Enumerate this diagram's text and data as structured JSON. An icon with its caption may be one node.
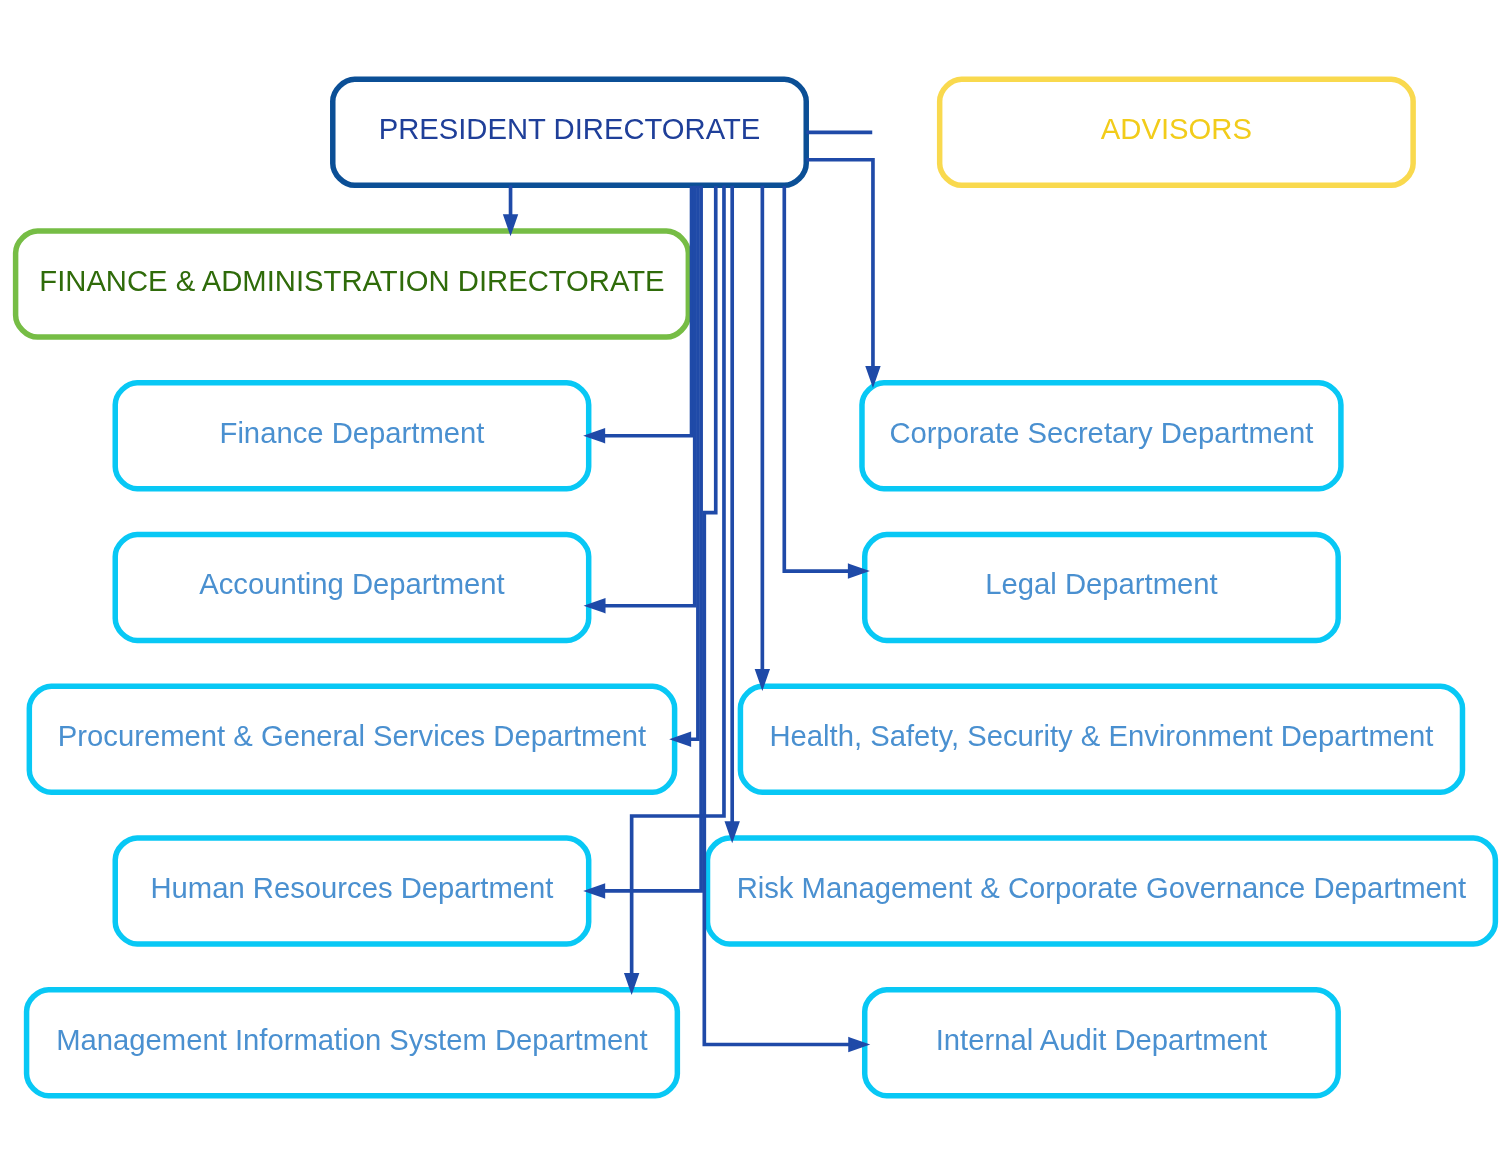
{
  "diagram": {
    "nodes": [
      {
        "text": [
          "PRESIDENT DIRECTORATE"
        ]
      },
      {
        "text": [
          "ADVISORS"
        ]
      },
      {
        "text": [
          "FINANCE & ADMINISTRATION DIRECTORATE"
        ]
      },
      {
        "text": [
          "Corporate Secretary Department"
        ]
      },
      {
        "text": [
          "Finance Department"
        ]
      },
      {
        "text": [
          "Legal Department"
        ]
      },
      {
        "text": [
          "Accounting Department"
        ]
      },
      {
        "text": [
          "Health, Safety, Security & Environment Department"
        ]
      },
      {
        "text": [
          "Procurement & General Services Department"
        ]
      },
      {
        "text": [
          "Risk Management & Corporate Governance Department"
        ]
      },
      {
        "text": [
          "Human Resources Department"
        ]
      },
      {
        "text": [
          "Internal Audit Department"
        ]
      },
      {
        "text": [
          "Management Information System Department"
        ]
      }
    ],
    "edges": [
      {
        "from": 0,
        "to": null,
        "arrow": "none"
      },
      {
        "from": 0,
        "to": 2,
        "arrow": "to"
      },
      {
        "from": 0,
        "to": 3,
        "arrow": "to"
      },
      {
        "from": 0,
        "to": 4,
        "arrow": "to"
      },
      {
        "from": 0,
        "to": 5,
        "arrow": "to"
      },
      {
        "from": 0,
        "to": 6,
        "arrow": "to"
      },
      {
        "from": 0,
        "to": 7,
        "arrow": "to"
      },
      {
        "from": 0,
        "to": 8,
        "arrow": "to"
      },
      {
        "from": 0,
        "to": 9,
        "arrow": "to"
      },
      {
        "from": 0,
        "to": 10,
        "arrow": "to"
      },
      {
        "from": 0,
        "to": 11,
        "arrow": "to"
      },
      {
        "from": 0,
        "to": 12,
        "arrow": "to"
      }
    ]
  }
}
